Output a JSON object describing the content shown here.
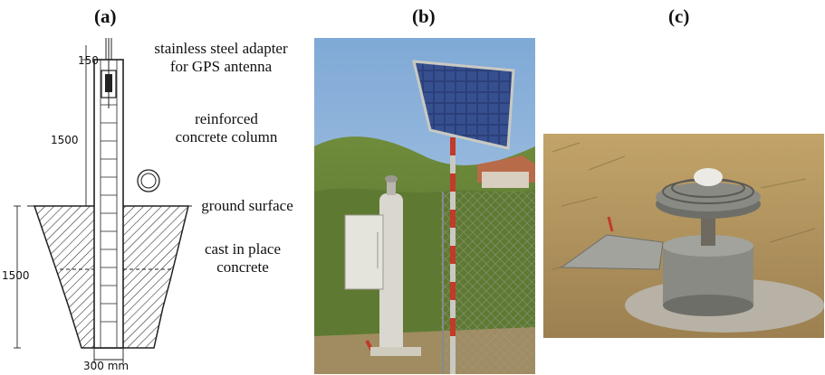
{
  "panels": {
    "a": {
      "label": "(a)"
    },
    "b": {
      "label": "(b)"
    },
    "c": {
      "label": "(c)"
    }
  },
  "diagram": {
    "annotations": {
      "adapter_line1": "stainless steel adapter",
      "adapter_line2": "for GPS antenna",
      "column_line1": "reinforced",
      "column_line2": "concrete column",
      "ground": "ground surface",
      "cast_line1": "cast in place",
      "cast_line2": "concrete"
    },
    "dimensions": {
      "top": "150",
      "column_height": "1500",
      "foundation_depth": "1500",
      "width": "300",
      "width_unit": "mm"
    }
  },
  "colors": {
    "sky": "#8fb6dd",
    "grass": "#6f8c3c",
    "dry_grass": "#b89a5a",
    "concrete": "#d9d7cf",
    "solar_panel": "#2b3f7a",
    "metal": "#8a8a85"
  }
}
